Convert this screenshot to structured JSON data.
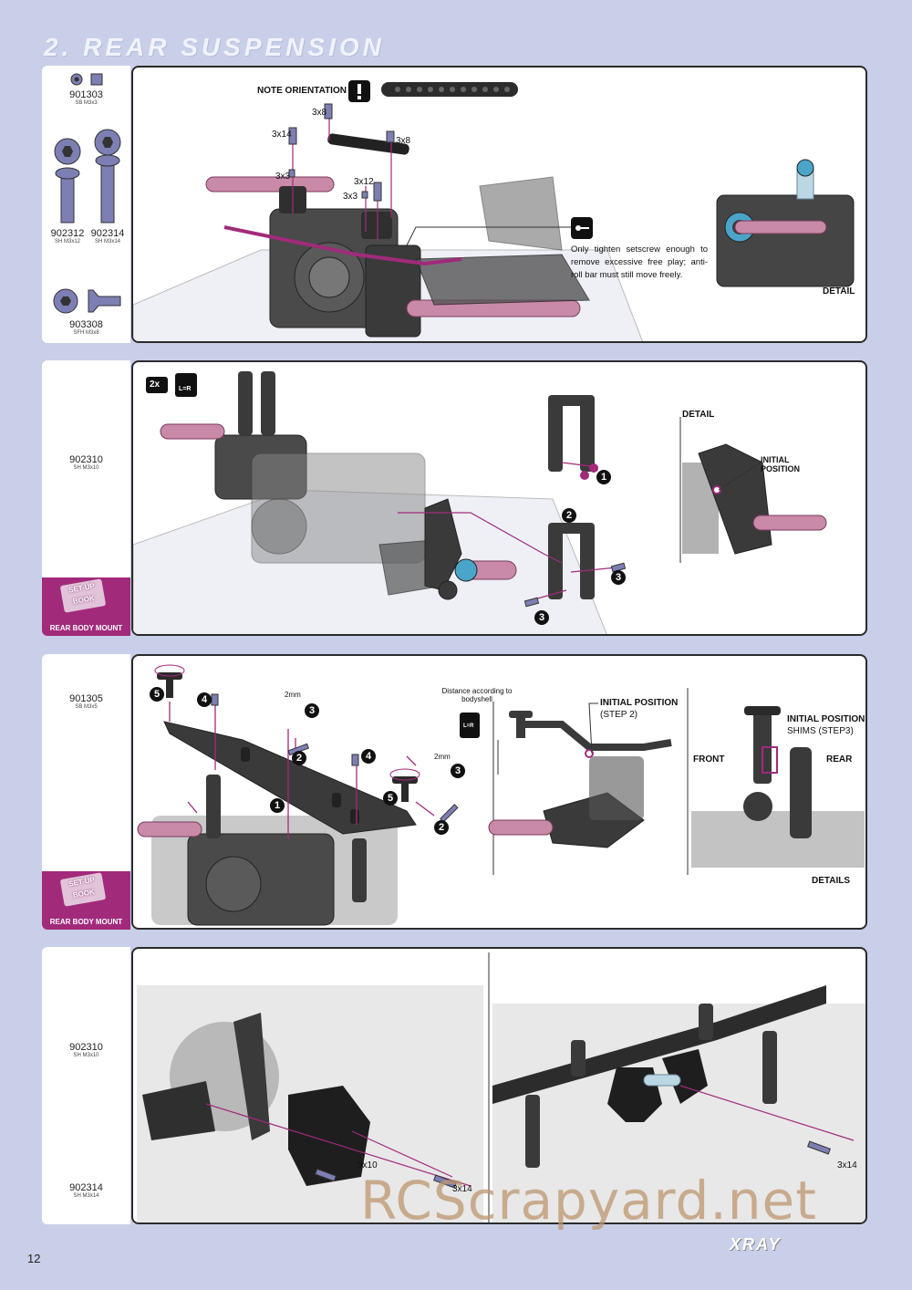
{
  "title": "2. REAR SUSPENSION",
  "page_number": "12",
  "brand": "XRAY",
  "watermark": "RCScrapyard.net",
  "step1": {
    "parts": [
      {
        "code": "901303",
        "desc": "SB M3x3"
      },
      {
        "code": "902312",
        "desc": "SH M3x12"
      },
      {
        "code": "902314",
        "desc": "SH M3x14"
      },
      {
        "code": "903308",
        "desc": "SFH M3x8"
      }
    ],
    "note_orientation": "NOTE ORIENTATION",
    "screw_labels": [
      "3x8",
      "3x14",
      "3x8",
      "3x3",
      "3x12",
      "3x3"
    ],
    "instruction": "Only tighten setscrew enough to remove excessive free play; anti-roll bar must still move freely.",
    "detail": "DETAIL"
  },
  "step2": {
    "parts": [
      {
        "code": "902310",
        "desc": "SH M3x10"
      }
    ],
    "qty_badge": "2x",
    "lr_badge": "L=R",
    "detail": "DETAIL",
    "initial_position": "INITIAL POSITION",
    "setup_book": "SET-UP BOOK",
    "setup_caption": "REAR BODY MOUNT",
    "step_nums": [
      "1",
      "2",
      "3",
      "3"
    ]
  },
  "step3": {
    "parts": [
      {
        "code": "901305",
        "desc": "SB M3x5"
      }
    ],
    "distance_note": "Distance according to bodyshell",
    "initial_position_step": "INITIAL POSITION",
    "step_ref": "(STEP",
    "step_ref_num": "2",
    "initial_position_shims": "INITIAL POSITION",
    "shims_step": "SHIMS (STEP",
    "shims_step_num": "3",
    "front": "FRONT",
    "rear": "REAR",
    "details": "DETAILS",
    "two_mm_a": "2mm",
    "two_mm_b": "2mm",
    "setup_book": "SET-UP BOOK",
    "setup_caption": "REAR BODY MOUNT",
    "lr_badge": "L=R",
    "step_nums": [
      "5",
      "4",
      "3",
      "2",
      "1",
      "4",
      "3",
      "5",
      "2"
    ]
  },
  "step4": {
    "parts": [
      {
        "code": "902310",
        "desc": "SH M3x10"
      },
      {
        "code": "902314",
        "desc": "SH M3x14"
      }
    ],
    "labels": [
      "3x10",
      "3x14",
      "3x14"
    ]
  },
  "colors": {
    "background": "#c9cfe8",
    "accent_magenta": "#a22a7b",
    "screw_blue": "#7d7fb4",
    "part_dark": "#3a3a3a"
  }
}
